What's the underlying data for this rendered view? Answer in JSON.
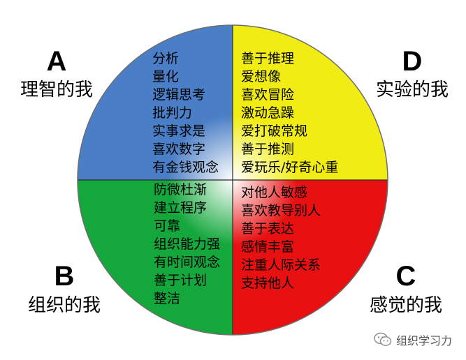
{
  "colors": {
    "quadrant_a": "#4A7EC6",
    "quadrant_b": "#14A73C",
    "quadrant_c": "#E81010",
    "quadrant_d": "#F0EC14",
    "center_glow": "#FFFFFF",
    "outline": "#6E6E6E"
  },
  "quadrants": {
    "a": {
      "letter": "A",
      "label": "理智的我",
      "traits": [
        "分析",
        "量化",
        "逻辑思考",
        "批判力",
        "实事求是",
        "喜欢数字",
        "有金钱观念"
      ]
    },
    "b": {
      "letter": "B",
      "label": "组织的我",
      "traits": [
        "防微杜渐",
        "建立程序",
        "可靠",
        "组织能力强",
        "有时间观念",
        "善于计划",
        "整洁"
      ]
    },
    "c": {
      "letter": "C",
      "label": "感觉的我",
      "traits": [
        "对他人敏感",
        "喜欢教导别人",
        "善于表达",
        "感情丰富",
        "注重人际关系",
        "支持他人"
      ]
    },
    "d": {
      "letter": "D",
      "label": "实验的我",
      "traits": [
        "善于推理",
        "爱想像",
        "喜欢冒险",
        "激动急躁",
        "爱打破常规",
        "善于推测",
        "爱玩乐/好奇心重"
      ]
    }
  },
  "watermark": {
    "icon": "wechat-icon",
    "text": "组织学习力"
  }
}
